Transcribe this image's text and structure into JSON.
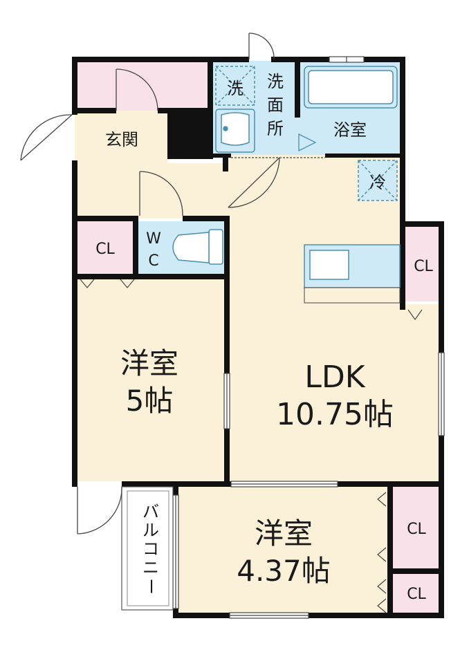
{
  "colors": {
    "wall": "#111111",
    "room_floor": "#fbf1d9",
    "closet": "#f9e1ea",
    "wet_area": "#cfeaf7",
    "fixture_stroke": "#4a8fb0",
    "door_line": "#444444"
  },
  "rooms": {
    "genkan": "玄関",
    "senmenjo": "洗面所",
    "yokushitsu": "浴室",
    "sentaku": "洗",
    "reizouko": "冷",
    "wc_w": "W",
    "wc_c": "C",
    "cl_top_left": "CL",
    "cl_ldk_right": "CL",
    "cl_bottom_right_1": "CL",
    "cl_bottom_right_2": "CL",
    "youshitsu_a_name": "洋室",
    "youshitsu_a_size": "5帖",
    "ldk_name": "LDK",
    "ldk_size": "10.75帖",
    "youshitsu_b_name": "洋室",
    "youshitsu_b_size": "4.37帖",
    "balcony": "バルコニー"
  }
}
